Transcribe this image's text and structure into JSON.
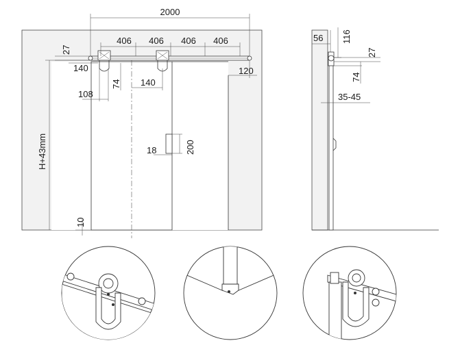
{
  "front_view": {
    "overall_width": "2000",
    "rail_spacing": [
      "406",
      "406",
      "406",
      "406"
    ],
    "rail_offset_top": "27",
    "left_offset_140": "140",
    "center_offset_140": "140",
    "right_overhang": "120",
    "roller_offset": "108",
    "roller_drop": "74",
    "handle_width": "18",
    "handle_height": "200",
    "height_label": "H+43mm",
    "floor_gap": "10"
  },
  "side_view": {
    "wall_offset": "56",
    "rail_height": "116",
    "rail_top": "27",
    "roller_drop": "74",
    "door_thickness": "35-45"
  },
  "details": {
    "detail_1": "roller-hanger-front",
    "detail_2": "floor-guide",
    "detail_3": "roller-hanger-side"
  }
}
